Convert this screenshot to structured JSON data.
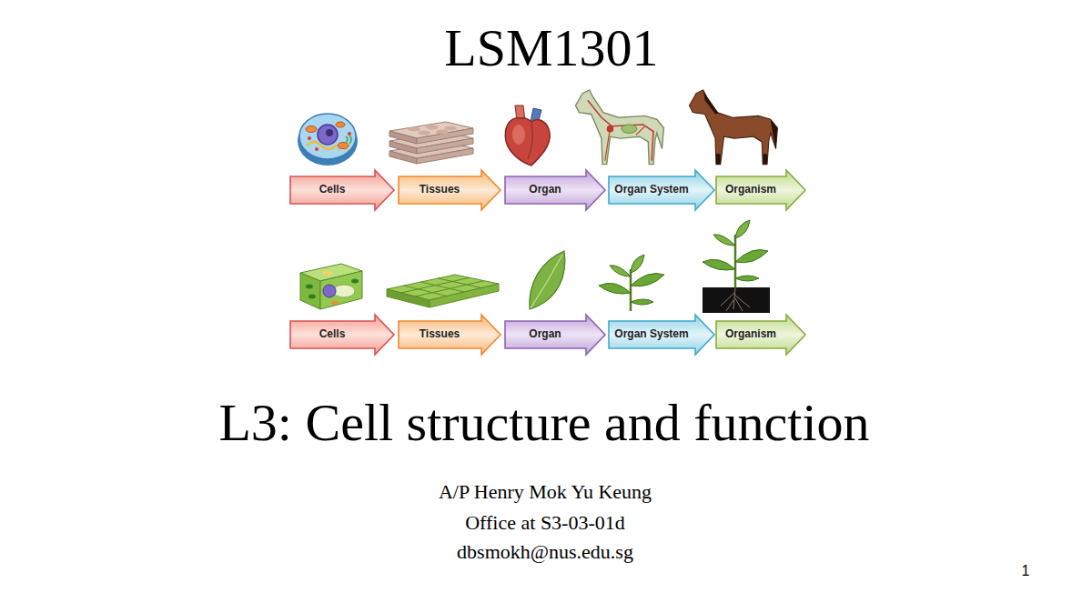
{
  "diagram": {
    "title": "LSM1301",
    "nodes": [
      {
        "text": [
          "Cells"
        ]
      },
      {
        "text": [
          "Tissues"
        ]
      },
      {
        "text": [
          "Organ"
        ]
      },
      {
        "text": [
          "Organ System"
        ]
      },
      {
        "text": [
          "Organism"
        ]
      },
      {
        "text": [
          "Cells"
        ]
      },
      {
        "text": [
          "Tissues"
        ]
      },
      {
        "text": [
          "Organ"
        ]
      },
      {
        "text": [
          "Organ System"
        ]
      },
      {
        "text": [
          "Organism"
        ]
      }
    ],
    "labels": [
      "L3: Cell structure and function",
      "A/P Henry Mok Yu Keung",
      "Office at S3-03-01d",
      "dbsmokh@nus.edu.sg",
      "1"
    ]
  }
}
